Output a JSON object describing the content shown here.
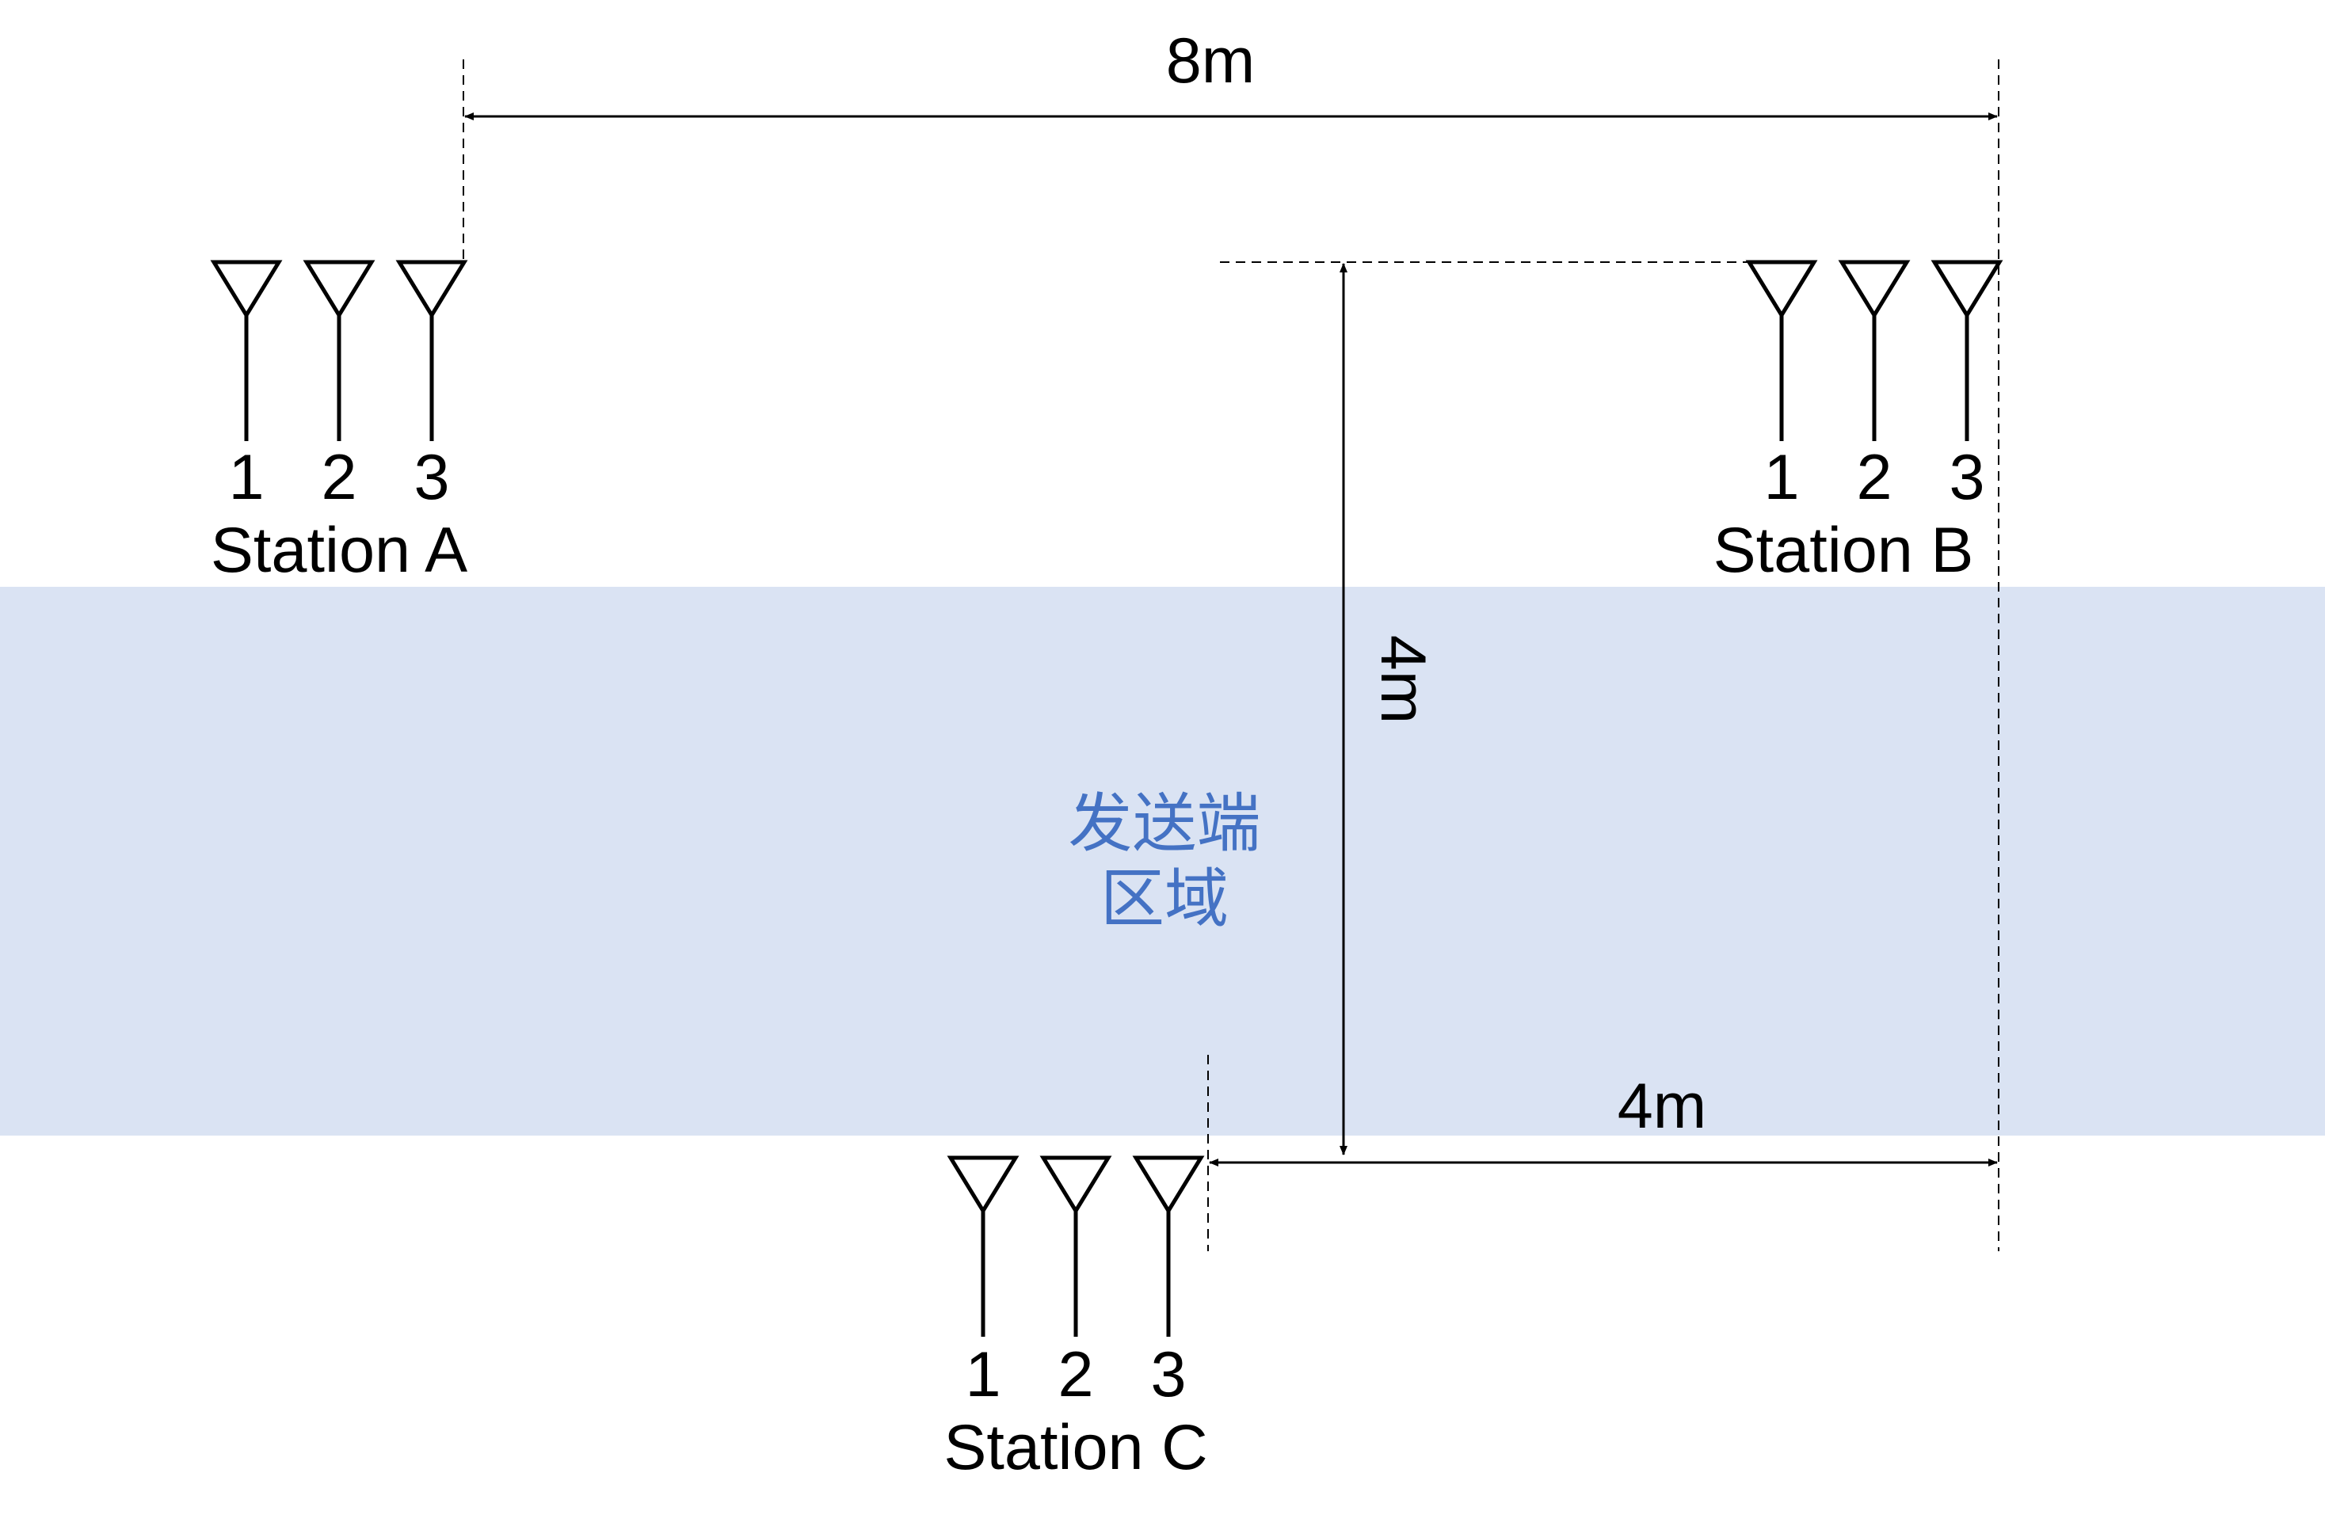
{
  "colors": {
    "transmitter_zone_fill": "#dae3f3",
    "transmitter_zone_text": "#4472c4",
    "line": "#000000"
  },
  "transmitter_zone": {
    "line1": "发送端",
    "line2": "区域"
  },
  "dimensions": {
    "top_span": "8m",
    "vertical_span": "4m",
    "bottom_span": "4m"
  },
  "stations": [
    {
      "name": "Station A",
      "antennas": [
        "1",
        "2",
        "3"
      ]
    },
    {
      "name": "Station B",
      "antennas": [
        "1",
        "2",
        "3"
      ]
    },
    {
      "name": "Station C",
      "antennas": [
        "1",
        "2",
        "3"
      ]
    }
  ]
}
